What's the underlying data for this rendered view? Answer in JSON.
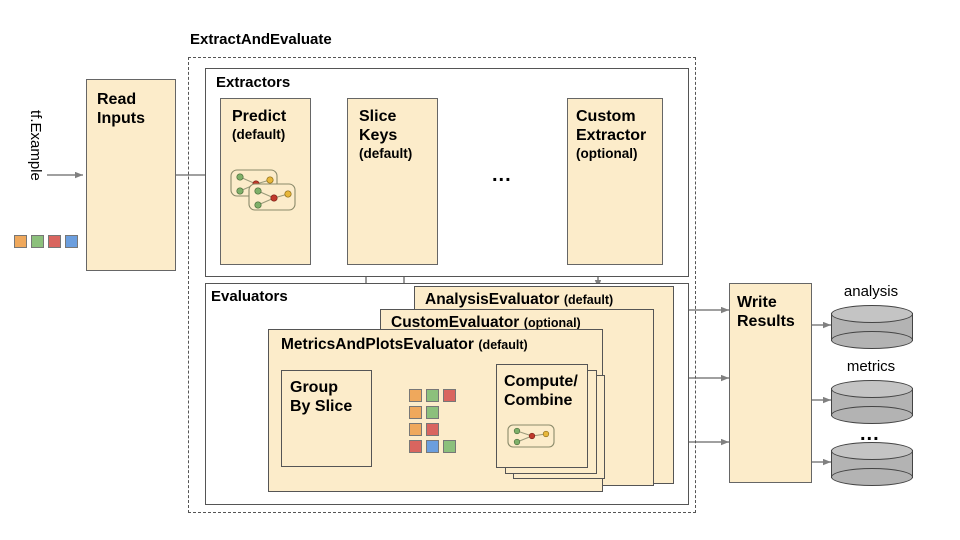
{
  "diagram": {
    "title": "ExtractAndEvaluate",
    "input": {
      "label": "tf.Example",
      "swatches": [
        "#efa85c",
        "#8cc07c",
        "#d9655f",
        "#6b9ede"
      ]
    },
    "read_inputs": {
      "title": "Read Inputs"
    },
    "extractors": {
      "panel_label": "Extractors",
      "ellipsis": "...",
      "boxes": [
        {
          "title": "Predict",
          "subtitle": "(default)",
          "icon": "graph-nodes-icon"
        },
        {
          "title": "Slice Keys",
          "subtitle": "(default)"
        },
        {
          "title": "Custom Extractor",
          "subtitle": "(optional)"
        }
      ]
    },
    "evaluators": {
      "panel_label": "Evaluators",
      "stack": [
        {
          "title": "AnalysisEvaluator",
          "subtitle": "(default)"
        },
        {
          "title": "CustomEvaluator",
          "subtitle": "(optional)"
        },
        {
          "title": "MetricsAndPlotsEvaluator",
          "subtitle": "(default)"
        }
      ],
      "group_by_slice": {
        "title": "Group By Slice"
      },
      "compute_combine": {
        "title": "Compute/ Combine",
        "line1": "Compute/",
        "line2": "Combine",
        "icon": "graph-nodes-icon"
      },
      "slice_swatches": [
        [
          "#efa85c",
          "#8cc07c",
          "#d9655f"
        ],
        [
          "#efa85c",
          "#8cc07c"
        ],
        [
          "#efa85c",
          "#d9655f"
        ],
        [
          "#d9655f",
          "#6b9ede",
          "#8cc07c"
        ]
      ]
    },
    "write_results": {
      "title": "Write Results"
    },
    "outputs": [
      {
        "label": "analysis"
      },
      {
        "label": "metrics"
      },
      {
        "label": "..."
      }
    ],
    "colors": {
      "box_fill": "#fcecca",
      "box_stroke": "#666666",
      "panel_stroke": "#555555",
      "cylinder_fill": "#b3b3b3",
      "arrow": "#808080"
    }
  }
}
